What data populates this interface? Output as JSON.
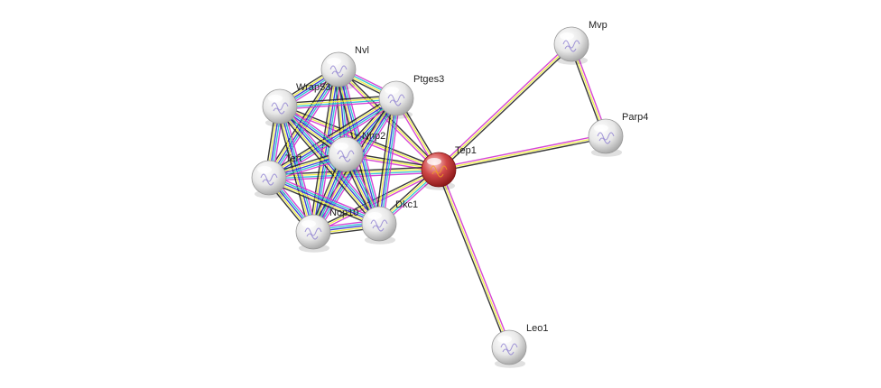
{
  "network": {
    "query_protein": "Tep1",
    "nodes": [
      {
        "id": "tep1",
        "label": "Tep1",
        "query": true
      },
      {
        "id": "mvp",
        "label": "Mvp",
        "query": false
      },
      {
        "id": "parp4",
        "label": "Parp4",
        "query": false
      },
      {
        "id": "leo1",
        "label": "Leo1",
        "query": false
      },
      {
        "id": "nvl",
        "label": "Nvl",
        "query": false
      },
      {
        "id": "ptges3",
        "label": "Ptges3",
        "query": false
      },
      {
        "id": "wrap53",
        "label": "Wrap53",
        "query": false
      },
      {
        "id": "nhp2",
        "label": "Nhp2",
        "query": false
      },
      {
        "id": "tert",
        "label": "Tert",
        "query": false
      },
      {
        "id": "nop10",
        "label": "Nop10",
        "query": false
      },
      {
        "id": "dkc1",
        "label": "Dkc1",
        "query": false
      }
    ],
    "edges": [
      {
        "a": "tep1",
        "b": "mvp",
        "evidence": [
          "#d033d0",
          "#f0f040",
          "#222222"
        ]
      },
      {
        "a": "tep1",
        "b": "parp4",
        "evidence": [
          "#d033d0",
          "#f0f040",
          "#222222"
        ]
      },
      {
        "a": "mvp",
        "b": "parp4",
        "evidence": [
          "#d033d0",
          "#f0f040",
          "#222222"
        ]
      },
      {
        "a": "tep1",
        "b": "leo1",
        "evidence": [
          "#d033d0",
          "#f0f040",
          "#222222"
        ]
      },
      {
        "a": "tep1",
        "b": "nvl",
        "evidence": [
          "#d033d0",
          "#f0f040",
          "#222222"
        ]
      },
      {
        "a": "tep1",
        "b": "ptges3",
        "evidence": [
          "#d033d0",
          "#f0f040",
          "#222222"
        ]
      },
      {
        "a": "tep1",
        "b": "wrap53",
        "evidence": [
          "#d033d0",
          "#f0f040",
          "#222222"
        ]
      },
      {
        "a": "tep1",
        "b": "nhp2",
        "evidence": [
          "#d033d0",
          "#f0f040",
          "#222222"
        ]
      },
      {
        "a": "tep1",
        "b": "tert",
        "evidence": [
          "#d033d0",
          "#22c0d0",
          "#f0f040",
          "#222222"
        ]
      },
      {
        "a": "tep1",
        "b": "nop10",
        "evidence": [
          "#d033d0",
          "#f0f040",
          "#222222"
        ]
      },
      {
        "a": "tep1",
        "b": "dkc1",
        "evidence": [
          "#d033d0",
          "#22c0d0",
          "#f0f040",
          "#222222"
        ]
      },
      {
        "a": "nvl",
        "b": "ptges3",
        "evidence": [
          "#d033d0",
          "#22c0d0",
          "#f0f040",
          "#222222"
        ]
      },
      {
        "a": "nvl",
        "b": "wrap53",
        "evidence": [
          "#d033d0",
          "#22c0d0",
          "#3030d0",
          "#f0f040",
          "#222222"
        ]
      },
      {
        "a": "nvl",
        "b": "nhp2",
        "evidence": [
          "#d033d0",
          "#22c0d0",
          "#3030d0",
          "#f0f040",
          "#222222"
        ]
      },
      {
        "a": "nvl",
        "b": "tert",
        "evidence": [
          "#d033d0",
          "#22c0d0",
          "#3030d0",
          "#f0f040",
          "#222222"
        ]
      },
      {
        "a": "nvl",
        "b": "nop10",
        "evidence": [
          "#d033d0",
          "#22c0d0",
          "#3030d0",
          "#f0f040",
          "#222222"
        ]
      },
      {
        "a": "nvl",
        "b": "dkc1",
        "evidence": [
          "#d033d0",
          "#22c0d0",
          "#3030d0",
          "#f0f040",
          "#222222"
        ]
      },
      {
        "a": "ptges3",
        "b": "wrap53",
        "evidence": [
          "#d033d0",
          "#22c0d0",
          "#f0f040",
          "#222222"
        ]
      },
      {
        "a": "ptges3",
        "b": "nhp2",
        "evidence": [
          "#d033d0",
          "#22c0d0",
          "#3030d0",
          "#f0f040",
          "#222222"
        ]
      },
      {
        "a": "ptges3",
        "b": "tert",
        "evidence": [
          "#d033d0",
          "#22c0d0",
          "#3030d0",
          "#f0f040",
          "#222222"
        ]
      },
      {
        "a": "ptges3",
        "b": "nop10",
        "evidence": [
          "#d033d0",
          "#22c0d0",
          "#3030d0",
          "#f0f040",
          "#222222"
        ]
      },
      {
        "a": "ptges3",
        "b": "dkc1",
        "evidence": [
          "#d033d0",
          "#22c0d0",
          "#3030d0",
          "#f0f040",
          "#222222"
        ]
      },
      {
        "a": "wrap53",
        "b": "nhp2",
        "evidence": [
          "#d033d0",
          "#22c0d0",
          "#3030d0",
          "#f0f040",
          "#222222"
        ]
      },
      {
        "a": "wrap53",
        "b": "tert",
        "evidence": [
          "#d033d0",
          "#22c0d0",
          "#3030d0",
          "#f0f040",
          "#222222"
        ]
      },
      {
        "a": "wrap53",
        "b": "nop10",
        "evidence": [
          "#d033d0",
          "#22c0d0",
          "#3030d0",
          "#f0f040",
          "#222222"
        ]
      },
      {
        "a": "wrap53",
        "b": "dkc1",
        "evidence": [
          "#d033d0",
          "#22c0d0",
          "#3030d0",
          "#f0f040",
          "#222222"
        ]
      },
      {
        "a": "nhp2",
        "b": "tert",
        "evidence": [
          "#d033d0",
          "#22c0d0",
          "#3030d0",
          "#f0f040",
          "#222222"
        ]
      },
      {
        "a": "nhp2",
        "b": "nop10",
        "evidence": [
          "#d033d0",
          "#22c0d0",
          "#3030d0",
          "#f0f040",
          "#222222"
        ]
      },
      {
        "a": "nhp2",
        "b": "dkc1",
        "evidence": [
          "#d033d0",
          "#22c0d0",
          "#3030d0",
          "#f0f040",
          "#222222"
        ]
      },
      {
        "a": "tert",
        "b": "nop10",
        "evidence": [
          "#d033d0",
          "#22c0d0",
          "#3030d0",
          "#f0f040",
          "#222222"
        ]
      },
      {
        "a": "tert",
        "b": "dkc1",
        "evidence": [
          "#d033d0",
          "#22c0d0",
          "#3030d0",
          "#f0f040",
          "#222222"
        ]
      },
      {
        "a": "nop10",
        "b": "dkc1",
        "evidence": [
          "#d033d0",
          "#22c0d0",
          "#3030d0",
          "#f0f040",
          "#222222"
        ]
      }
    ],
    "colors": {
      "query_node": "#c83030",
      "node": "#d8d8d8"
    }
  }
}
